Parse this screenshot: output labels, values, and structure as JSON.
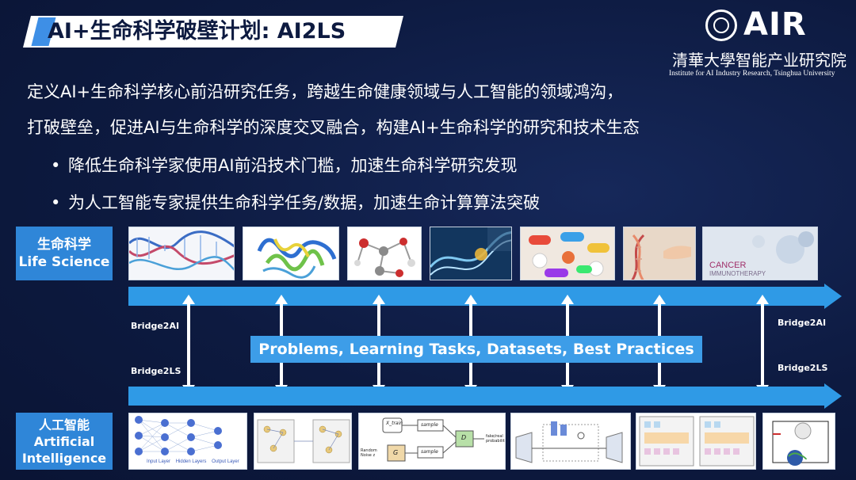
{
  "title": "AI+生命科学破壁计划: AI2LS",
  "logo": {
    "brand": "AIR",
    "org_cn": "清華大學智能产业研究院",
    "org_en": "Institute for AI Industry Research, Tsinghua University"
  },
  "intro": {
    "line1": "定义AI+生命科学核心前沿研究任务，跨越生命健康领域与人工智能的领域鸿沟，",
    "line2": "打破壁垒，促进AI与生命科学的深度交叉融合，构建AI+生命科学的研究和技术生态"
  },
  "bullets": [
    "降低生命科学家使用AI前沿技术门槛，加速生命科学研究发现",
    "为人工智能专家提供生命科学任务/数据，加速生命计算算法突破"
  ],
  "life_science": {
    "label_cn": "生命科学",
    "label_en": "Life Science",
    "images": [
      "dna-helix-image",
      "protein-structure-image",
      "molecule-model-image",
      "dna-cell-image",
      "pills-image",
      "dna-hand-image"
    ],
    "cancer_image": {
      "line1": "CANCER",
      "line2": "IMMUNOTHERAPY"
    }
  },
  "ai": {
    "label_cn": "人工智能",
    "label_en1": "Artificial",
    "label_en2": "Intelligence"
  },
  "bridge": {
    "left_top": "Bridge2AI",
    "left_bottom": "Bridge2LS",
    "right_top": "Bridge2AI",
    "right_bottom": "Bridge2LS"
  },
  "problems": "Problems, Learning Tasks, Datasets, Best Practices",
  "nn": {
    "input_label": "Input Layer",
    "hidden_label": "Hidden Layers",
    "output_label": "Output Layer"
  },
  "gan": {
    "x_train": "X_train",
    "noise": "Random Noise z",
    "sample1": "sample",
    "sample2": "sample",
    "g": "G",
    "d": "D",
    "out": "fake/real probability"
  },
  "colors": {
    "accent": "#2f86d8",
    "band": "#2f9ae6",
    "bg": "#0d1a40"
  }
}
